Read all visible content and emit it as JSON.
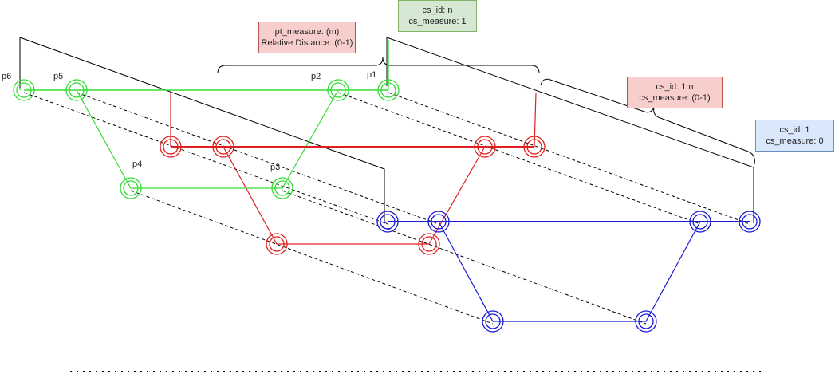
{
  "colors": {
    "green": "#2ecc40",
    "green_stroke": "#33dd33",
    "red": "#e02020",
    "blue": "#1a1ad6",
    "black": "#000000",
    "pt_box_fill": "#f8cecc",
    "pt_box_border": "#b85450",
    "cs_n_fill": "#d5e8d4",
    "cs_n_border": "#82b366",
    "cs_1n_fill": "#f8cecc",
    "cs_1n_border": "#b85450",
    "cs_1_fill": "#dae8fc",
    "cs_1_border": "#6c8ebf"
  },
  "boxes": {
    "pt_measure": {
      "line1": "pt_measure: (m)",
      "line2": "Relative Distance: (0-1)"
    },
    "cs_n": {
      "line1": "cs_id: n",
      "line2": "cs_measure: 1"
    },
    "cs_1n": {
      "line1": "cs_id: 1:n",
      "line2": "cs_measure: (0-1)"
    },
    "cs_1": {
      "line1": "cs_id: 1",
      "line2": "cs_measure: 0"
    }
  },
  "point_labels": {
    "p1": "p1",
    "p2": "p2",
    "p3": "p3",
    "p4": "p4",
    "p5": "p5",
    "p6": "p6"
  }
}
